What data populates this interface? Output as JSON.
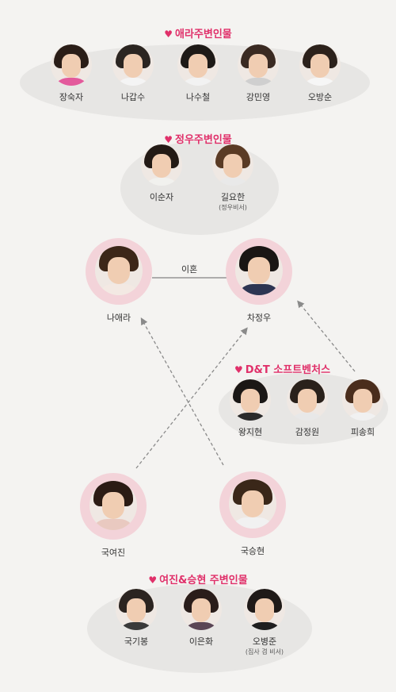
{
  "sections": {
    "ara": {
      "title": "애라주변인물",
      "people": [
        {
          "name": "장숙자",
          "hair": "#2a1d17",
          "outfit": "#e35a9c"
        },
        {
          "name": "나갑수",
          "hair": "#2b2521",
          "outfit": "#f4f4f4"
        },
        {
          "name": "나수철",
          "hair": "#1e1a17",
          "outfit": "#f2f2f2"
        },
        {
          "name": "강민영",
          "hair": "#3a2a22",
          "outfit": "#cfcfcf"
        },
        {
          "name": "오방순",
          "hair": "#2c211b",
          "outfit": "#f6f6f6"
        }
      ]
    },
    "jungwoo": {
      "title": "정우주변인물",
      "people": [
        {
          "name": "이순자",
          "sub": "",
          "hair": "#231a15",
          "outfit": "#f1f1ee"
        },
        {
          "name": "길요한",
          "sub": "(정우비서)",
          "hair": "#5a3b25",
          "outfit": "#e9e9e9"
        }
      ]
    },
    "dnt": {
      "title": "D&T 소프트벤처스",
      "people": [
        {
          "name": "왕지현",
          "hair": "#1b1715",
          "outfit": "#2b2b2b"
        },
        {
          "name": "감정원",
          "hair": "#2a211b",
          "outfit": "#e8e8e8"
        },
        {
          "name": "피송희",
          "hair": "#4a2d1c",
          "outfit": "#f1f1f1"
        }
      ]
    },
    "yeojin": {
      "title": "여진&승현 주변인물",
      "people": [
        {
          "name": "국기봉",
          "sub": "",
          "hair": "#2b2420",
          "outfit": "#3a3a3a"
        },
        {
          "name": "이은화",
          "sub": "",
          "hair": "#2a1d1a",
          "outfit": "#5a4655"
        },
        {
          "name": "오병준",
          "sub": "(집사 겸 비서)",
          "hair": "#1f1a18",
          "outfit": "#1f1f1f"
        }
      ]
    }
  },
  "main": {
    "naara": {
      "name": "나애라",
      "hair": "#3c2618",
      "outfit": "#f3e9e3"
    },
    "chajungwoo": {
      "name": "차정우",
      "hair": "#1a1614",
      "outfit": "#2d3552"
    },
    "gukyeojin": {
      "name": "국여진",
      "hair": "#2b1b14",
      "outfit": "#e9c9c0"
    },
    "guksunghyun": {
      "name": "국승현",
      "hair": "#3a2719",
      "outfit": "#f1f1f1"
    }
  },
  "relations": {
    "divorce": "이혼"
  }
}
